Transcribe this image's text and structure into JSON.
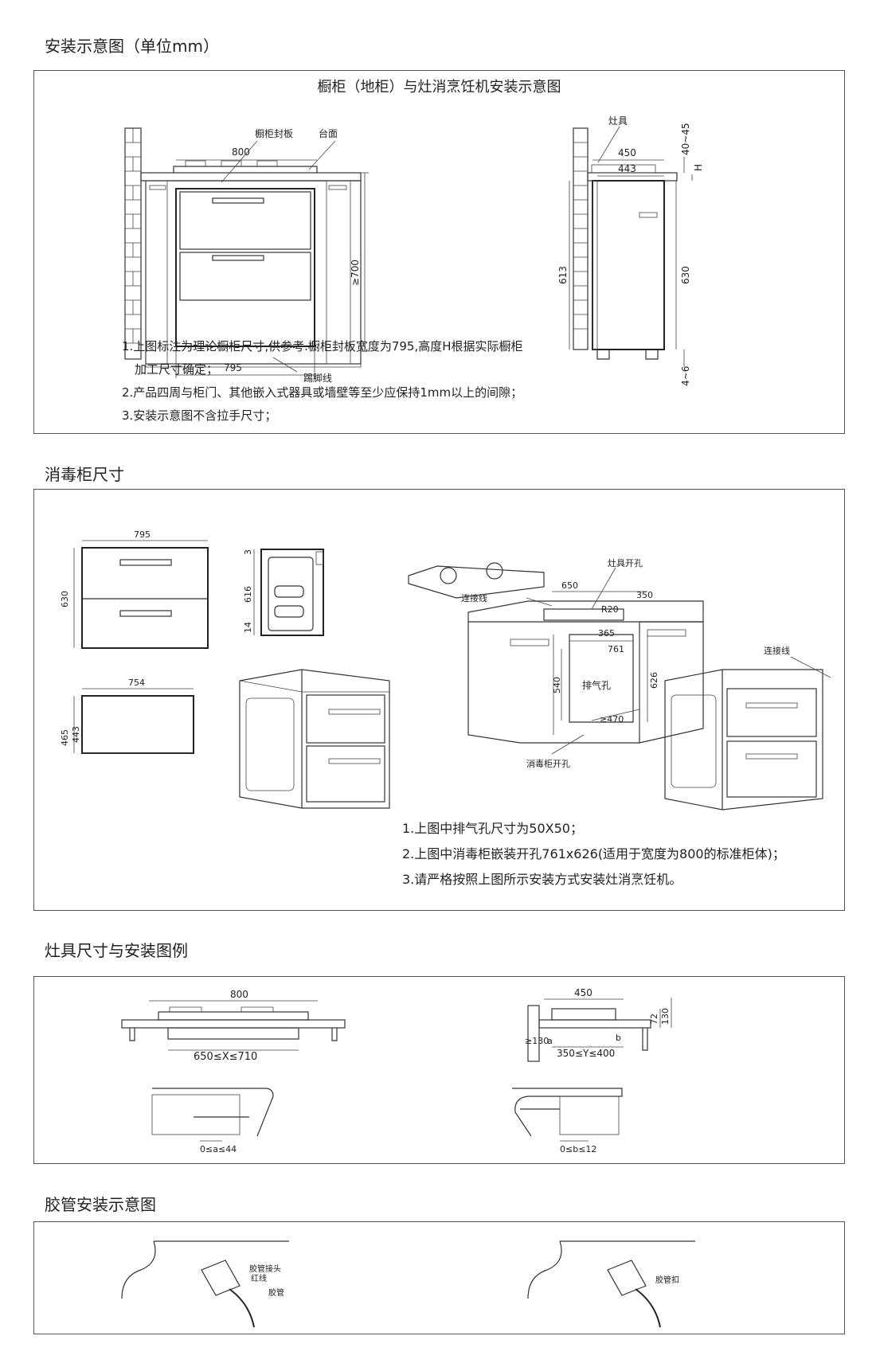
{
  "sections": {
    "install": "安装示意图（单位mm）",
    "cabinet": "消毒柜尺寸",
    "stove": "灶具尺寸与安装图例",
    "hose": "胶管安装示意图"
  },
  "install": {
    "diagram_title": "橱柜（地柜）与灶消烹饪机安装示意图",
    "labels": {
      "seal_board": "橱柜封板",
      "countertop": "台面",
      "w800": "800",
      "h700": "≥700",
      "w795": "795",
      "kick": "踢脚线",
      "stove": "灶具",
      "w450": "450",
      "w443": "443",
      "r40_45": "40~45",
      "H": "H",
      "h613": "613",
      "h630": "630",
      "r4_6": "4~6"
    },
    "notes": [
      "1.上图标注为理论橱柜尺寸,供参考.橱柜封板宽度为795,高度H根据实际橱柜",
      "加工尺寸确定；",
      "2.产品四周与柜门、其他嵌入式器具或墙壁等至少应保持1mm以上的间隙；",
      "3.安装示意图不含拉手尺寸；"
    ]
  },
  "cabinet": {
    "labels": {
      "w795": "795",
      "h630": "630",
      "w754": "754",
      "h465": "465",
      "h443": "443",
      "s3": "3",
      "s616": "616",
      "s14": "14",
      "stove_hole": "灶具开孔",
      "connect": "连接线",
      "d650": "650",
      "d350": "350",
      "r20": "R20",
      "d365": "365",
      "d761": "761",
      "d540": "540",
      "vent": "排气孔",
      "d626": "626",
      "d470": "≥470",
      "cab_hole": "消毒柜开孔",
      "connect2": "连接线"
    },
    "notes": [
      "1.上图中排气孔尺寸为50X50；",
      "2.上图中消毒柜嵌装开孔761x626(适用于宽度为800的标准柜体)；",
      "3.请严格按照上图所示安装方式安装灶消烹饪机。"
    ]
  },
  "stove": {
    "labels": {
      "w800": "800",
      "xrange": "650≤X≤710",
      "w450": "450",
      "h72": "72",
      "h130": "130",
      "g130": "≥130",
      "a": "a",
      "b": "b",
      "yrange": "350≤Y≤400",
      "arange": "0≤a≤44",
      "brange": "0≤b≤12"
    }
  },
  "hose": {
    "labels": {
      "joint": "胶管接头",
      "redline": "红线",
      "hose": "胶管",
      "clamp": "胶管扣"
    }
  }
}
